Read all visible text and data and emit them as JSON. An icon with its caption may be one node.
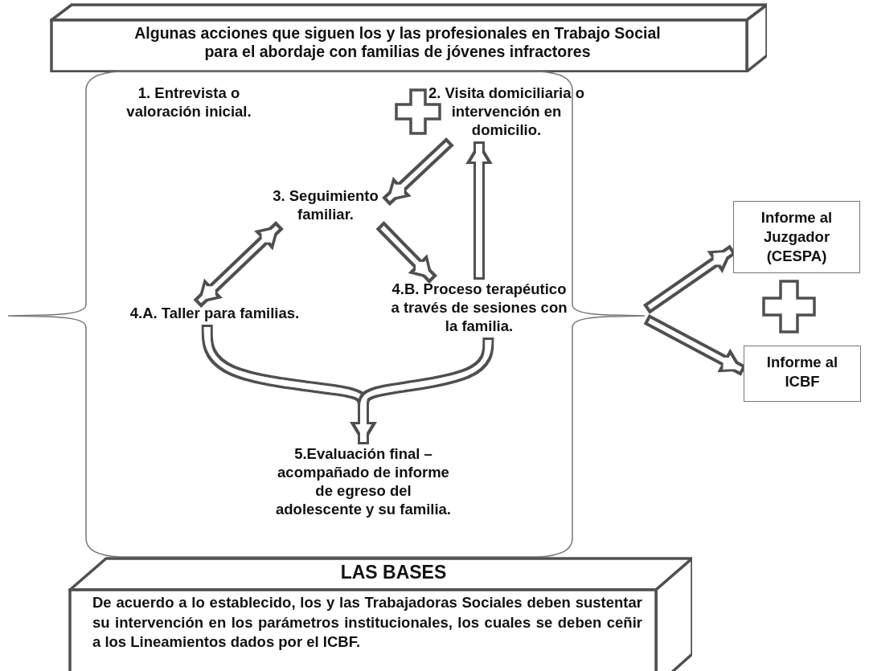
{
  "diagram": {
    "nodes": [
      {
        "text": [
          "Algunas acciones que siguen los y las profesionales en Trabajo Social para el abordaje con familias de jóvenes infractores"
        ]
      },
      {
        "text": [],
        "shape": "bracket"
      },
      {
        "text": [
          "1. Entrevista o valoración inicial."
        ],
        "in": 1
      },
      {
        "text": [
          "2. Visita domiciliaria o intervención en domicilio."
        ],
        "in": 1
      },
      {
        "text": [
          "3. Seguimiento familiar."
        ],
        "in": 1
      },
      {
        "text": [
          "4.A. Taller para familias."
        ],
        "in": 1
      },
      {
        "text": [
          "4.B. Proceso terapéutico a través de sesiones con la familia."
        ],
        "in": 1
      },
      {
        "text": [
          "5.Evaluación final – acompañado de informe de egreso del adolescente y su familia."
        ],
        "in": 1
      },
      {
        "text": [
          "Informe al Juzgador (CESPA)"
        ]
      },
      {
        "text": [
          "Informe al ICBF"
        ]
      },
      {
        "text": [
          "LAS BASES",
          "De acuerdo a lo establecido, los y las Trabajadoras Sociales deben sustentar su intervención en los parámetros institucionales, los cuales se deben ceñir a los Lineamientos dados por el ICBF."
        ]
      }
    ],
    "edges": [
      {
        "from": 3,
        "to": 4,
        "arrow": "to"
      },
      {
        "from": 6,
        "to": 3,
        "arrow": "to"
      },
      {
        "from": 4,
        "to": 5,
        "arrow": "both"
      },
      {
        "from": 4,
        "to": 6,
        "arrow": "to"
      },
      {
        "from": 5,
        "to": 7,
        "arrow": "to"
      },
      {
        "from": 6,
        "to": 7,
        "arrow": "to"
      },
      {
        "from": 1,
        "to": 8,
        "arrow": "to"
      },
      {
        "from": 1,
        "to": 9,
        "arrow": "to"
      }
    ]
  }
}
